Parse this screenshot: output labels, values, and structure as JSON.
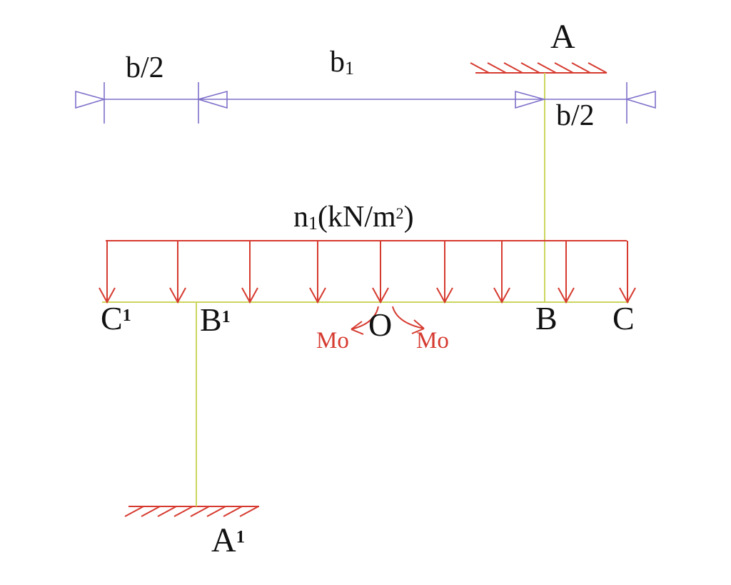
{
  "colors": {
    "red": "#d63a2f",
    "beam": "#ccd65e",
    "dim": "#7e6fca",
    "text": "#111111"
  },
  "labels": {
    "support_top": "A",
    "support_bottom": {
      "base": "A",
      "sup": "1"
    },
    "dim_left": "b/2",
    "dim_mid": {
      "base": "b",
      "sub": "1"
    },
    "dim_right": "b/2",
    "load": {
      "base": "n",
      "sub": "1",
      "mid": "(kN/m",
      "sup": "2",
      "end": ")"
    },
    "point_c1": {
      "base": "C",
      "sup": "1"
    },
    "point_b1": {
      "base": "B",
      "sup": "1"
    },
    "point_o": "O",
    "point_b": "B",
    "point_c": "C",
    "moment_left": "Mo",
    "moment_right": "Mo"
  }
}
